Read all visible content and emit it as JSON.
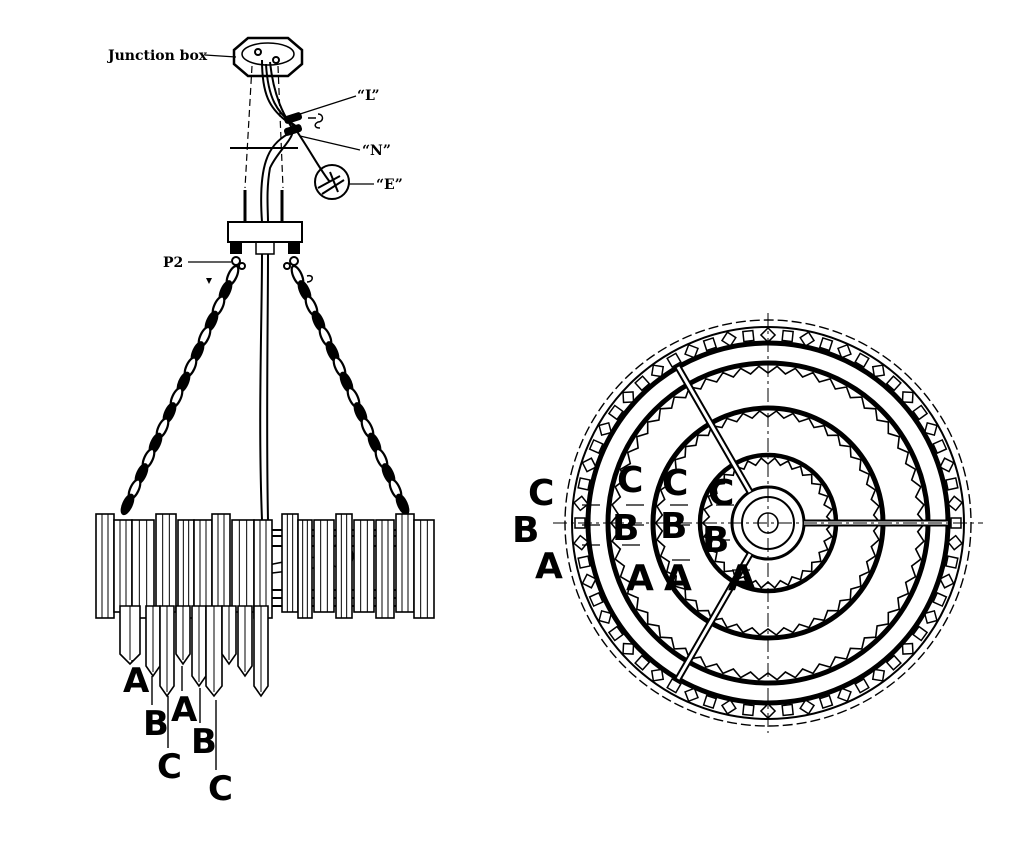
{
  "labels": {
    "junction_box": "Junction box",
    "live": "“L”",
    "neutral": "“N”",
    "earth": "“E”",
    "p2": "P2"
  },
  "side_view_letters": [
    "A",
    "B",
    "A",
    "C",
    "B",
    "C"
  ],
  "top_view_letters": [
    "C",
    "B",
    "A",
    "C",
    "B",
    "A",
    "C",
    "B",
    "A",
    "C",
    "B",
    "A"
  ],
  "colors": {
    "ink": "#000000",
    "paper": "#ffffff"
  }
}
